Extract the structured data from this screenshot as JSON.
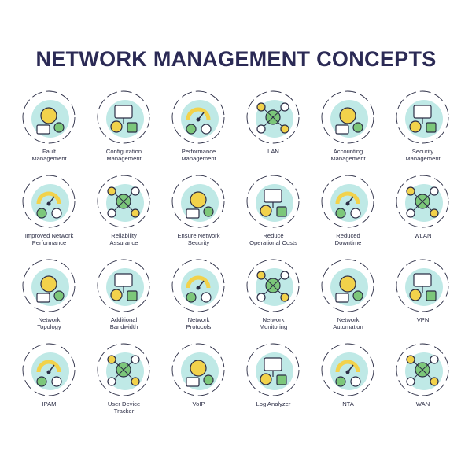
{
  "title": "NETWORK MANAGEMENT CONCEPTS",
  "colors": {
    "navy": "#2b2a55",
    "teal": "#bfe9e6",
    "yellow": "#f2d24b",
    "green": "#7cc77a",
    "stroke": "#2b2d45"
  },
  "items": [
    {
      "lines": [
        "Fault",
        "Management"
      ],
      "icon": "fault-management-icon"
    },
    {
      "lines": [
        "Configuration",
        "Management"
      ],
      "icon": "configuration-management-icon"
    },
    {
      "lines": [
        "Performance",
        "Management"
      ],
      "icon": "performance-management-icon"
    },
    {
      "lines": [
        "LAN"
      ],
      "icon": "lan-icon"
    },
    {
      "lines": [
        "Accounting",
        "Management"
      ],
      "icon": "accounting-management-icon"
    },
    {
      "lines": [
        "Security",
        "Management"
      ],
      "icon": "security-management-icon"
    },
    {
      "lines": [
        "Improved Network",
        "Performance"
      ],
      "icon": "improved-network-performance-icon"
    },
    {
      "lines": [
        "Reliability",
        "Assurance"
      ],
      "icon": "reliability-assurance-icon"
    },
    {
      "lines": [
        "Ensure Network",
        "Security"
      ],
      "icon": "ensure-network-security-icon"
    },
    {
      "lines": [
        "Reduce",
        "Operational Costs"
      ],
      "icon": "reduce-operational-costs-icon"
    },
    {
      "lines": [
        "Reduced",
        "Downtime"
      ],
      "icon": "reduced-downtime-icon"
    },
    {
      "lines": [
        "WLAN"
      ],
      "icon": "wlan-icon"
    },
    {
      "lines": [
        "Network",
        "Topology"
      ],
      "icon": "network-topology-icon"
    },
    {
      "lines": [
        "Additional",
        "Bandwidth"
      ],
      "icon": "additional-bandwidth-icon"
    },
    {
      "lines": [
        "Network",
        "Protocols"
      ],
      "icon": "network-protocols-icon"
    },
    {
      "lines": [
        "Network",
        "Monitoring"
      ],
      "icon": "network-monitoring-icon"
    },
    {
      "lines": [
        "Network",
        "Automation"
      ],
      "icon": "network-automation-icon"
    },
    {
      "lines": [
        "VPN"
      ],
      "icon": "vpn-icon"
    },
    {
      "lines": [
        "IPAM"
      ],
      "icon": "ipam-icon"
    },
    {
      "lines": [
        "User Device",
        "Tracker"
      ],
      "icon": "user-device-tracker-icon"
    },
    {
      "lines": [
        "VoIP"
      ],
      "icon": "voip-icon"
    },
    {
      "lines": [
        "Log Analyzer"
      ],
      "icon": "log-analyzer-icon"
    },
    {
      "lines": [
        "NTA"
      ],
      "icon": "nta-icon"
    },
    {
      "lines": [
        "WAN"
      ],
      "icon": "wan-icon"
    }
  ]
}
